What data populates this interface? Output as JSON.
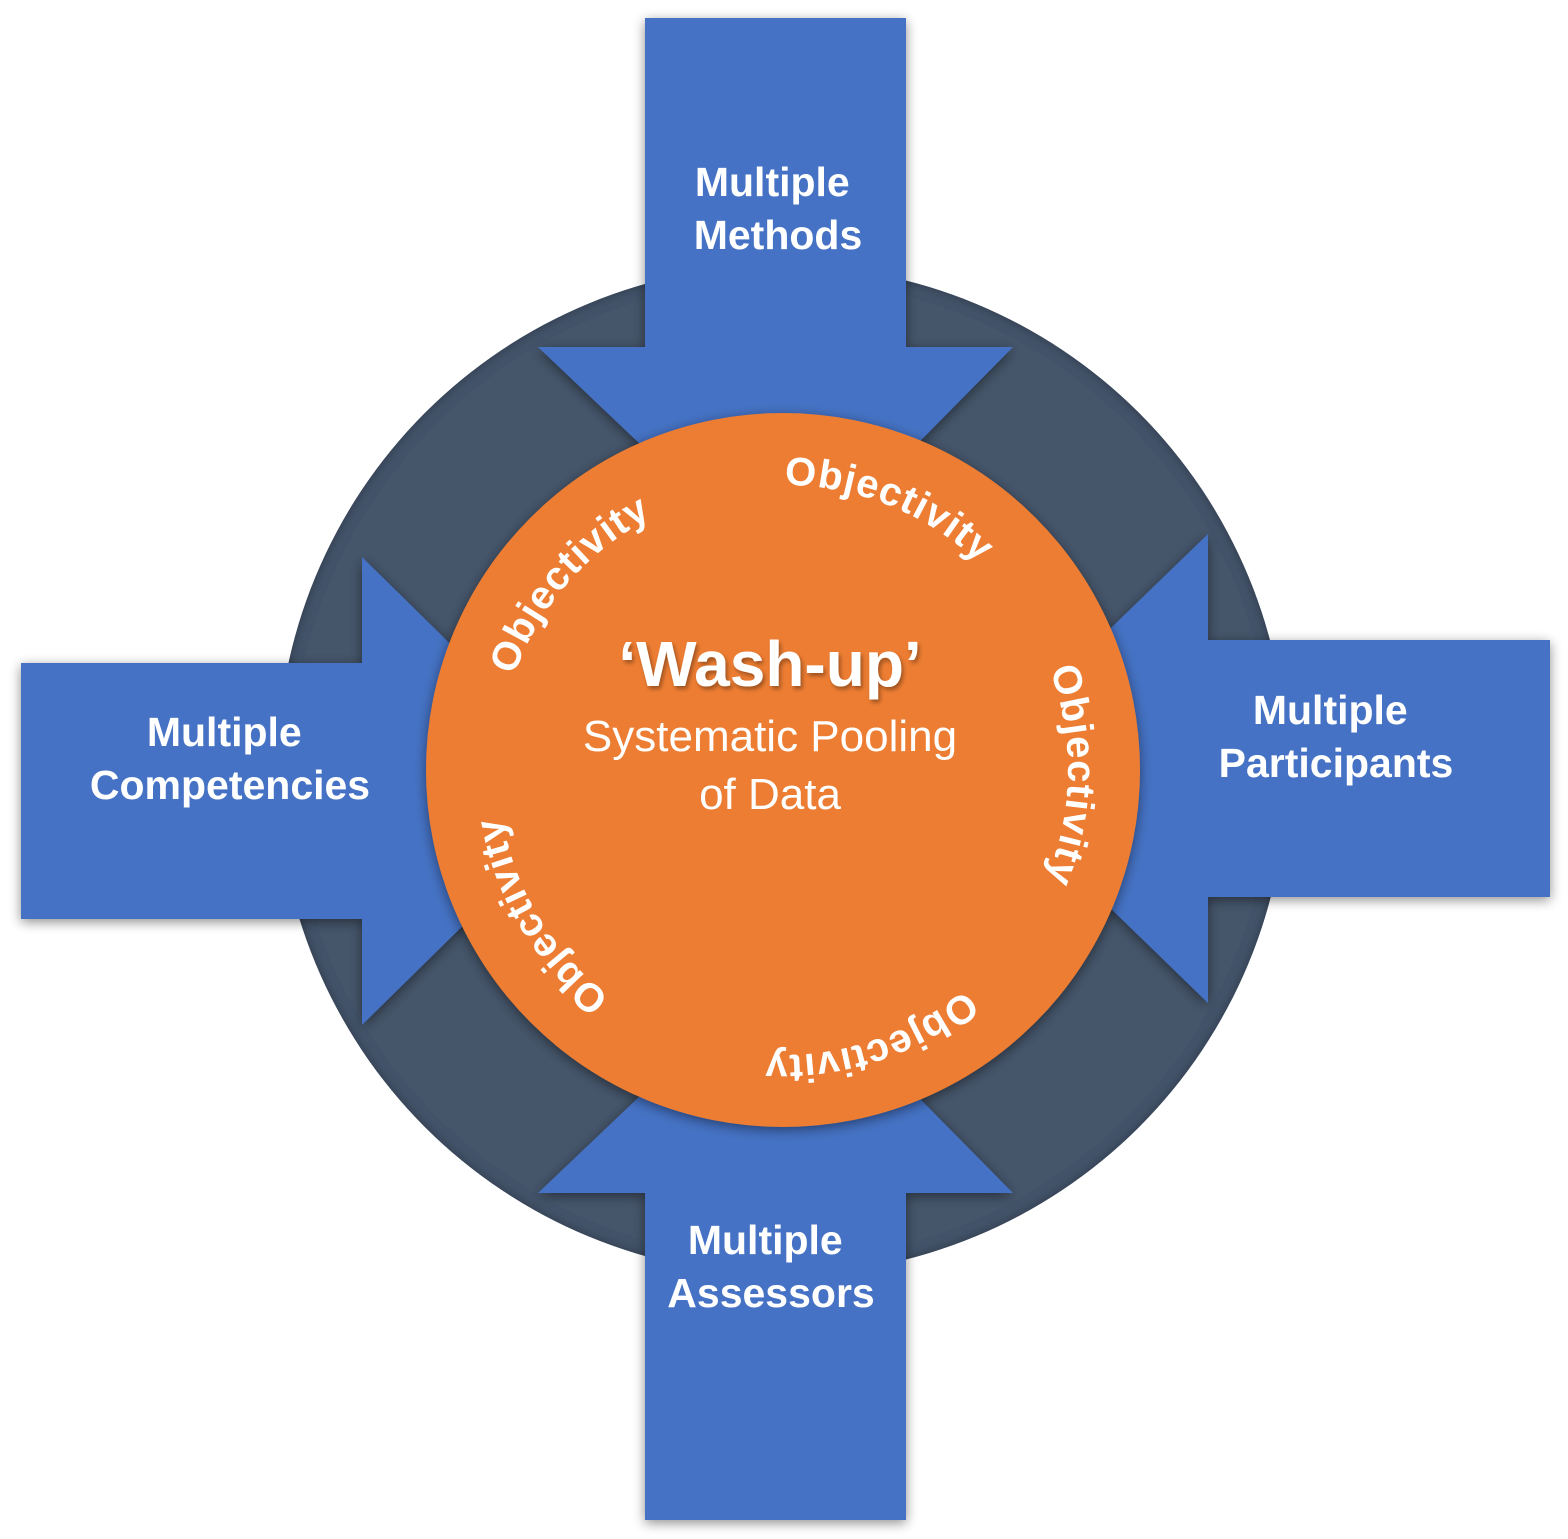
{
  "colors": {
    "ring": "#44546a",
    "arrow": "#4472c4",
    "core": "#ed7d31",
    "text": "#ffffff",
    "background": "#ffffff"
  },
  "center": {
    "title": "‘Wash-up’",
    "subtitle_line1": "Systematic Pooling",
    "subtitle_line2": "of Data"
  },
  "arrows": [
    {
      "id": "top",
      "direction": "down",
      "line1": "Multiple",
      "line2": "Methods"
    },
    {
      "id": "left",
      "direction": "right",
      "line1": "Multiple",
      "line2": "Competencies"
    },
    {
      "id": "right",
      "direction": "left",
      "line1": "Multiple",
      "line2": "Participants"
    },
    {
      "id": "bottom",
      "direction": "up",
      "line1": "Multiple",
      "line2": "Assessors"
    }
  ],
  "ring_labels": [
    {
      "text": "Objectivity",
      "position": "top-right"
    },
    {
      "text": "Objectivity",
      "position": "right"
    },
    {
      "text": "Objectivity",
      "position": "bottom-right"
    },
    {
      "text": "Objectivity",
      "position": "bottom-left"
    },
    {
      "text": "Objectivity",
      "position": "top-left"
    }
  ]
}
